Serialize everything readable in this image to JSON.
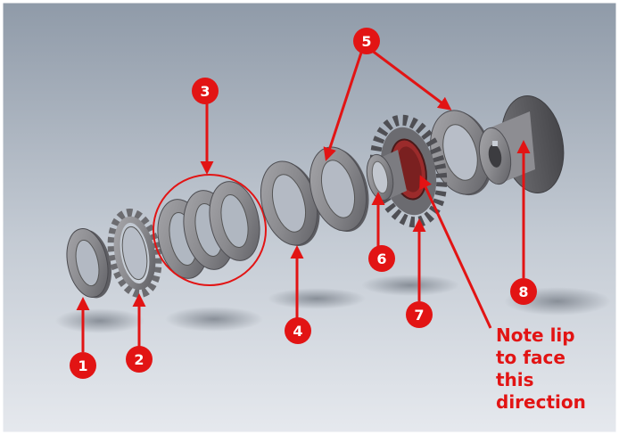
{
  "callouts": [
    {
      "number": "1",
      "part": "washer-1"
    },
    {
      "number": "2",
      "part": "tab-washer-2"
    },
    {
      "number": "3",
      "part": "washer-stack-3"
    },
    {
      "number": "4",
      "part": "washer-4"
    },
    {
      "number": "5",
      "part": "washers-5"
    },
    {
      "number": "6",
      "part": "bushing-6"
    },
    {
      "number": "7",
      "part": "sprocket-7"
    },
    {
      "number": "8",
      "part": "hub-8"
    }
  ],
  "note": {
    "lines": [
      "Note lip",
      "to face",
      "this",
      "direction"
    ]
  },
  "colors": {
    "annotation": "#e21414",
    "metal": "#8a8a8e",
    "background_top": "#8f9aa8",
    "background_bottom": "#e6e9ee"
  }
}
